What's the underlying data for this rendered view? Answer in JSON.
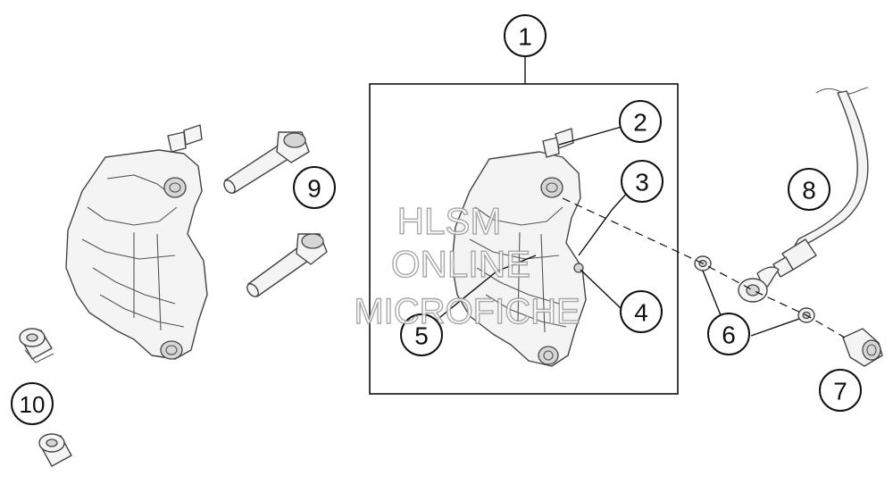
{
  "callouts": {
    "c1": "1",
    "c2": "2",
    "c3": "3",
    "c4": "4",
    "c5": "5",
    "c6": "6",
    "c7": "7",
    "c8": "8",
    "c9": "9",
    "c10": "10"
  },
  "watermark": {
    "line1": "HLSM",
    "line2": "ONLINE",
    "line3": "MICROFICHE"
  }
}
